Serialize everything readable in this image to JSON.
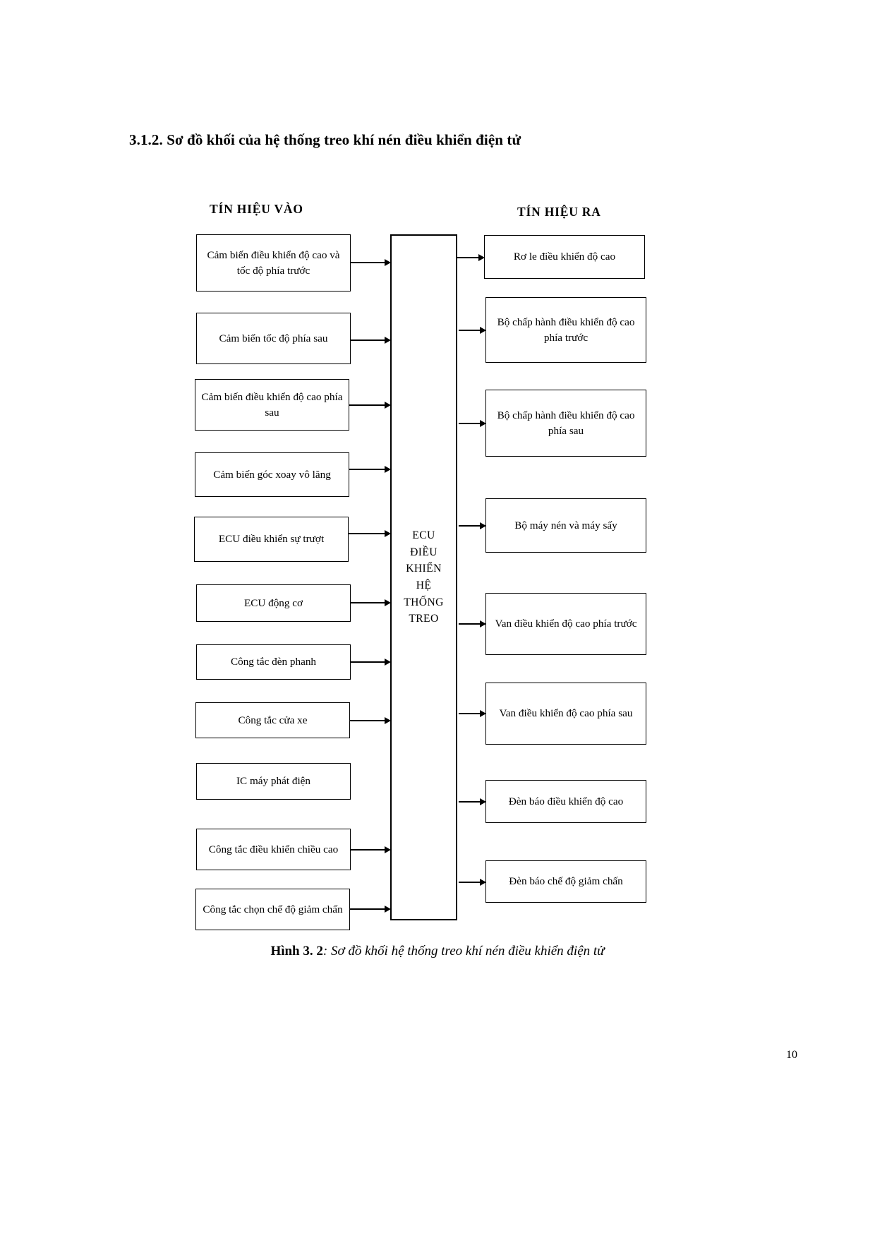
{
  "document": {
    "section_heading": "3.1.2. Sơ đồ khối của hệ thống treo khí nén điều khiển điện tử",
    "page_number": "10"
  },
  "diagram": {
    "input_column_header": "TÍN HIỆU VÀO",
    "output_column_header": "TÍN HIỆU RA",
    "center_block": "ECU\nĐIỀU\nKHIỂN\nHỆ\nTHỐNG\nTREO",
    "inputs": [
      {
        "label": "Cảm biến điều khiển độ cao và tốc độ phía trước"
      },
      {
        "label": "Cảm biến tốc độ phía sau"
      },
      {
        "label": "Cảm biến điều khiển độ cao phía sau"
      },
      {
        "label": "Cảm biến góc xoay vô lăng"
      },
      {
        "label": "ECU điều khiển sự trượt"
      },
      {
        "label": "ECU động cơ"
      },
      {
        "label": "Công tắc đèn phanh"
      },
      {
        "label": "Công tắc cửa xe"
      },
      {
        "label": "IC máy phát điện"
      },
      {
        "label": "Công tắc điều khiển chiều cao"
      },
      {
        "label": "Công tắc chọn chế độ giảm chấn"
      }
    ],
    "outputs": [
      {
        "label": "Rơ le điều khiển độ cao"
      },
      {
        "label": "Bộ chấp hành điều khiển độ cao phía trước"
      },
      {
        "label": "Bộ chấp hành điều khiển độ cao phía sau"
      },
      {
        "label": "Bộ máy nén và máy sấy"
      },
      {
        "label": "Van điều khiển độ cao phía trước"
      },
      {
        "label": "Van điều khiển độ cao phía sau"
      },
      {
        "label": "Đèn báo điều khiển độ cao"
      },
      {
        "label": "Đèn báo chế độ giảm chấn"
      }
    ]
  },
  "caption": {
    "label": "Hình 3. 2",
    "text": ": Sơ đồ khối hệ thống treo khí nén điều khiển điện tử"
  },
  "colors": {
    "text": "#000000",
    "background": "#ffffff",
    "stroke": "#000000"
  }
}
